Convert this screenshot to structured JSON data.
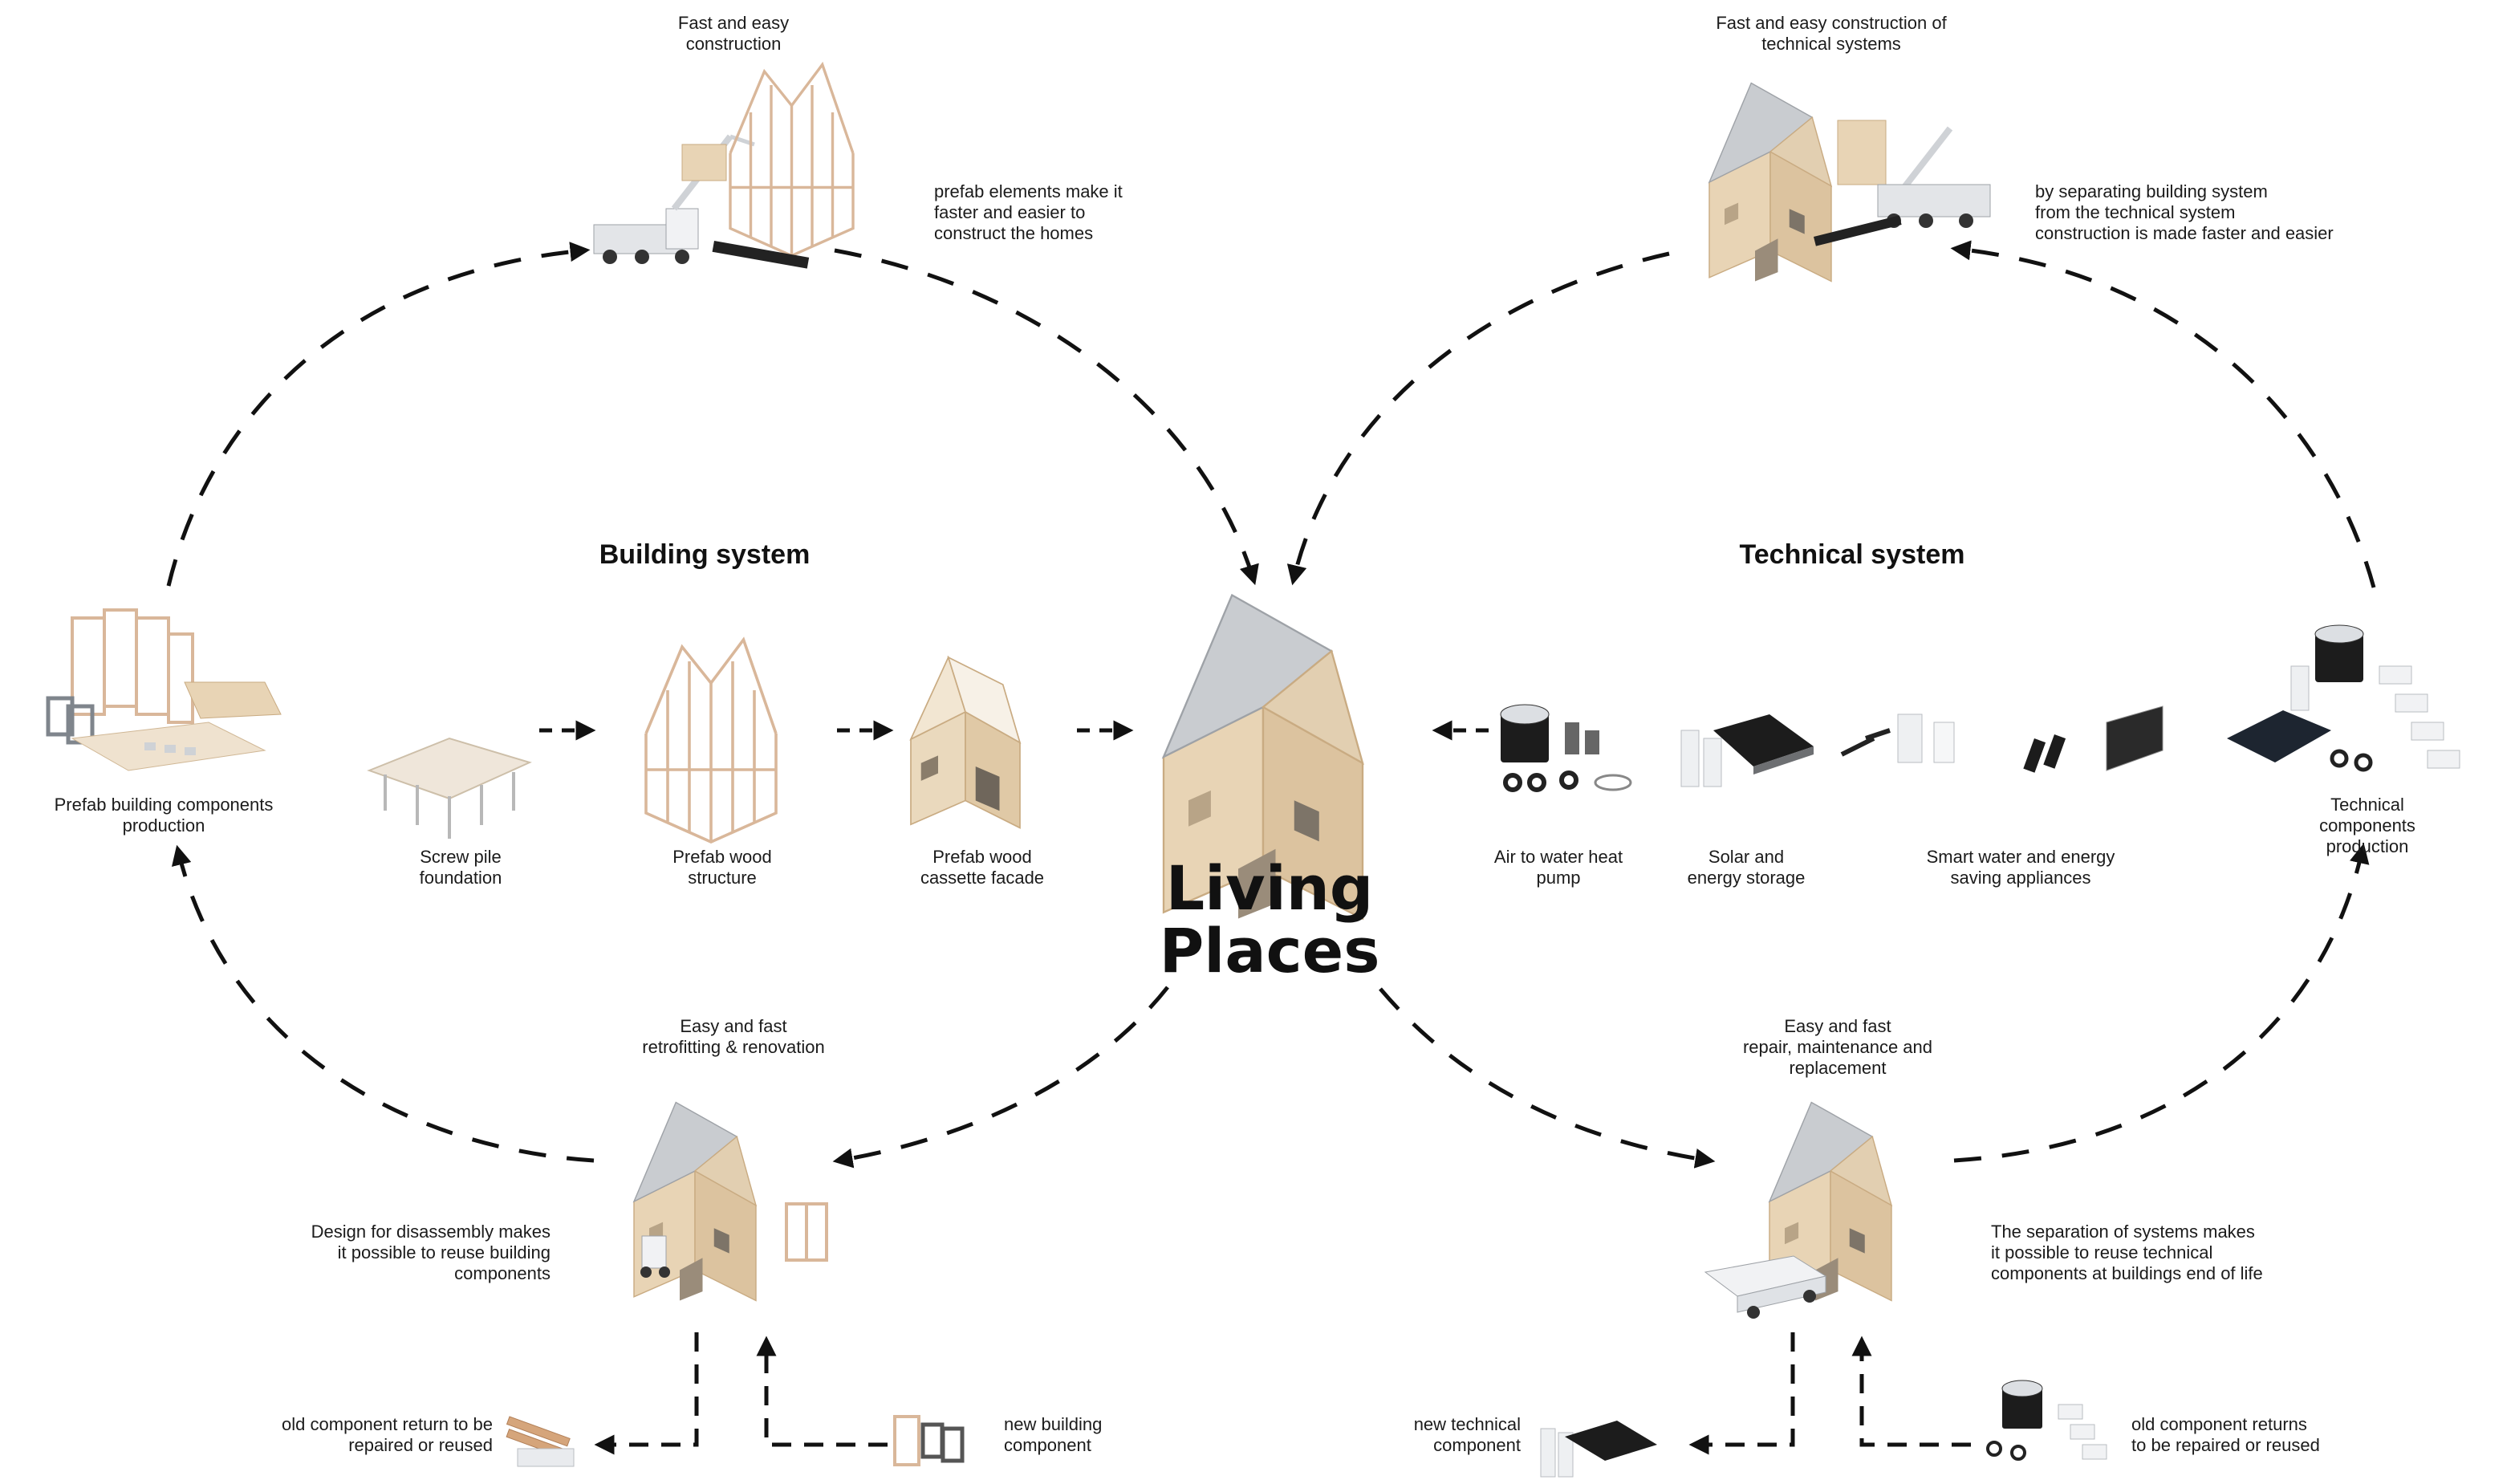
{
  "center": {
    "line1": "Living",
    "line2": "Places"
  },
  "headings": {
    "building": "Building system",
    "technical": "Technical system"
  },
  "building": {
    "construction_title": "Fast and easy\nconstruction",
    "construction_note": "prefab elements make it\nfaster and easier to\nconstruct the homes",
    "production": "Prefab building components\nproduction",
    "steps": [
      "Screw pile\nfoundation",
      "Prefab wood\nstructure",
      "Prefab wood\ncassette facade"
    ],
    "retrofit_title": "Easy and fast\nretrofitting & renovation",
    "retrofit_note": "Design for disassembly makes\nit possible to reuse building\ncomponents",
    "old_component": "old component return to be\nrepaired or reused",
    "new_component": "new building\ncomponent"
  },
  "technical": {
    "construction_title": "Fast and easy construction of\ntechnical systems",
    "construction_note": "by separating building system\nfrom the technical system\nconstruction is made faster and easier",
    "production": "Technical components\nproduction",
    "items": [
      "Air to water heat\npump",
      "Solar and\nenergy storage",
      "Smart water and energy\nsaving appliances"
    ],
    "repair_title": "Easy and fast\nrepair, maintenance and\nreplacement",
    "repair_note": "The separation of systems makes\nit possible to reuse technical\ncomponents at buildings end of life",
    "new_component": "new technical\ncomponent",
    "old_component": "old component returns\nto be repaired or reused"
  },
  "colors": {
    "wood": "#e8d4b5",
    "wood_line": "#c9ab82",
    "roof": "#b9bcc0",
    "frame": "#d9b79a",
    "dark": "#1c1c1c",
    "metal": "#e3e5e8",
    "line": "#111111"
  },
  "icons": [
    "house-icon",
    "truck-crane-icon",
    "wood-frame-icon",
    "facade-icon",
    "pile-foundation-icon",
    "heat-pump-icon",
    "solar-panel-icon",
    "appliances-icon",
    "components-icon",
    "forklift-icon",
    "van-icon"
  ]
}
